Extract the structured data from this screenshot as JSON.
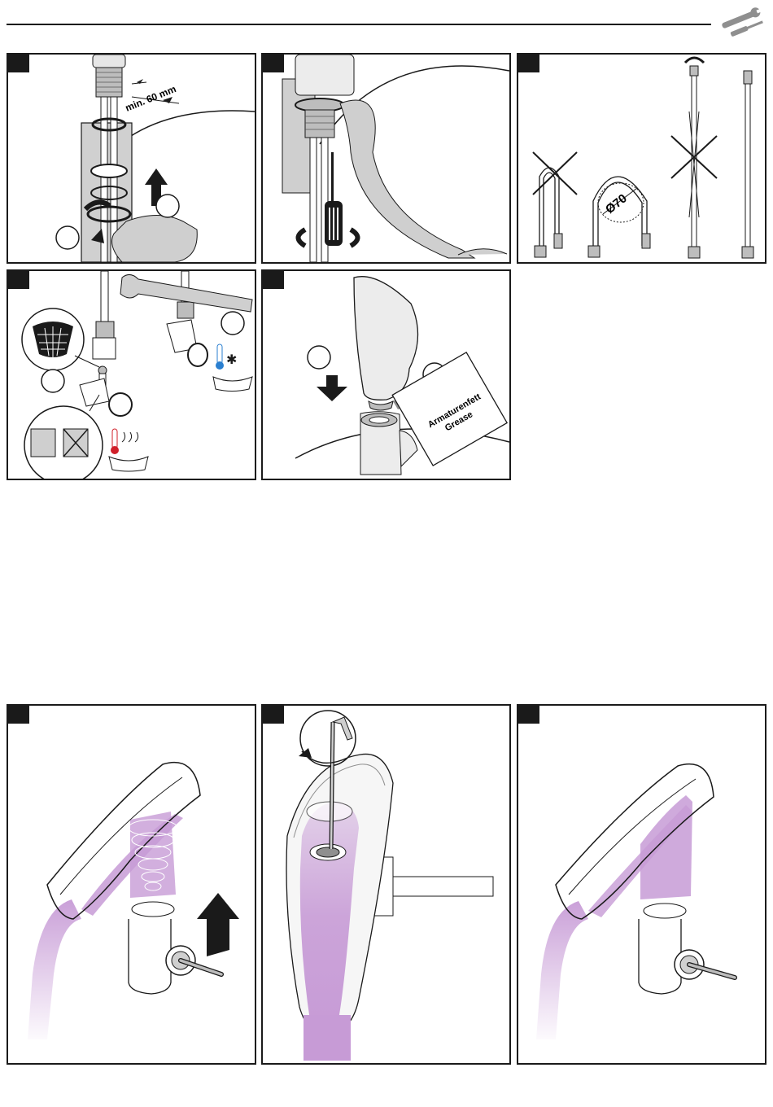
{
  "header": {
    "tools_icon": "wrench-screwdriver-icon"
  },
  "panels": [
    {
      "step": "",
      "measure_label": "min. 60 mm"
    },
    {
      "step": ""
    },
    {
      "step": "",
      "diameter_label": "Ø70"
    },
    {
      "step": ""
    },
    {
      "step": "",
      "grease_line1": "Armaturenfett",
      "grease_line2": "Grease"
    },
    {
      "step": ""
    },
    {
      "step": ""
    },
    {
      "step": ""
    }
  ],
  "colors": {
    "water": "#c79bd6",
    "line": "#1a1a1a",
    "gray": "#cfcfcf",
    "hot": "#d0202a",
    "cold": "#2a7fd0"
  }
}
